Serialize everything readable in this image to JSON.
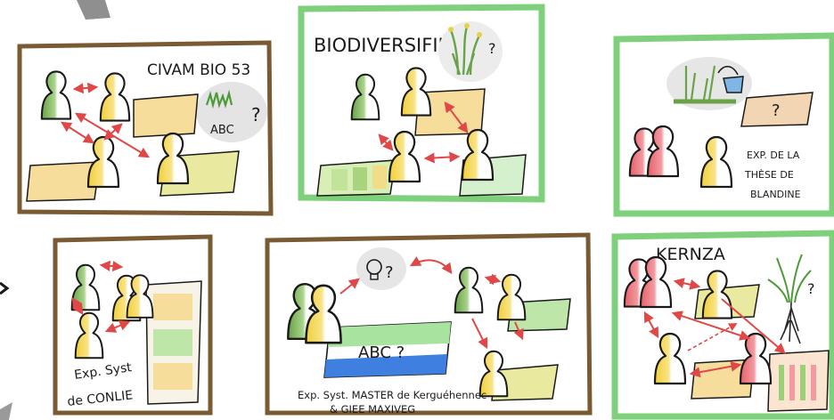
{
  "panels": {
    "civam": {
      "title": "CIVAM BIO 53",
      "note": "ABC",
      "mark": "?"
    },
    "biodiversifie": {
      "title": "BIODIVERSIFIÉ",
      "mark": "?"
    },
    "these": {
      "caption": [
        "EXP. DE LA",
        "THÈSE DE",
        "BLANDINE"
      ],
      "mark": "?"
    },
    "conlie": {
      "caption": [
        "Exp. Syst",
        "de CONLIE"
      ]
    },
    "master": {
      "note": "ABC ?",
      "mark": "?",
      "caption": [
        "Exp. Syst. MASTER de Kerguéhennec",
        "& GIEE MAXIVEG"
      ]
    },
    "kernza": {
      "title": "KERNZA",
      "mark": "?"
    }
  },
  "colors": {
    "brown_frame": "#7a5a32",
    "green_frame": "#7ed07a",
    "person_green": "#6aa24a",
    "person_yellow": "#f2cf3a",
    "person_red": "#e8606a",
    "arrow_red": "#e04848",
    "card_yellow": "#f6dd9c",
    "card_green": "#bde6a8",
    "ink": "#1a1a1a"
  }
}
